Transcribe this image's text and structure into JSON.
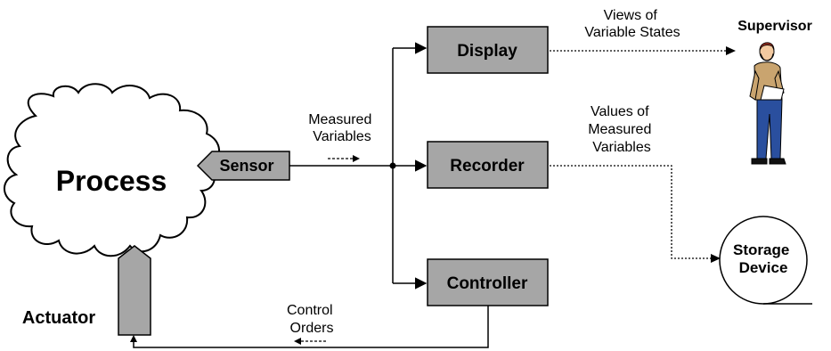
{
  "process": {
    "label": "Process"
  },
  "sensor": {
    "label": "Sensor"
  },
  "actuator": {
    "label": "Actuator"
  },
  "blocks": {
    "display": "Display",
    "recorder": "Recorder",
    "controller": "Controller"
  },
  "annotations": {
    "measured_variables": [
      "Measured",
      "Variables"
    ],
    "views_of_variable_states": [
      "Views of",
      "Variable States"
    ],
    "values_of_measured_variables": [
      "Values of",
      "Measured",
      "Variables"
    ],
    "control_orders": [
      "Control",
      "Orders"
    ]
  },
  "supervisor": {
    "label": "Supervisor"
  },
  "storage": {
    "label": [
      "Storage",
      "Device"
    ]
  },
  "colors": {
    "block_fill": "#a6a6a6",
    "stroke": "#000000",
    "background": "#ffffff",
    "shirt": "#c9a46f",
    "pants": "#2a4f9e",
    "skin": "#f2c9a0",
    "hair": "#8b2a1e"
  }
}
